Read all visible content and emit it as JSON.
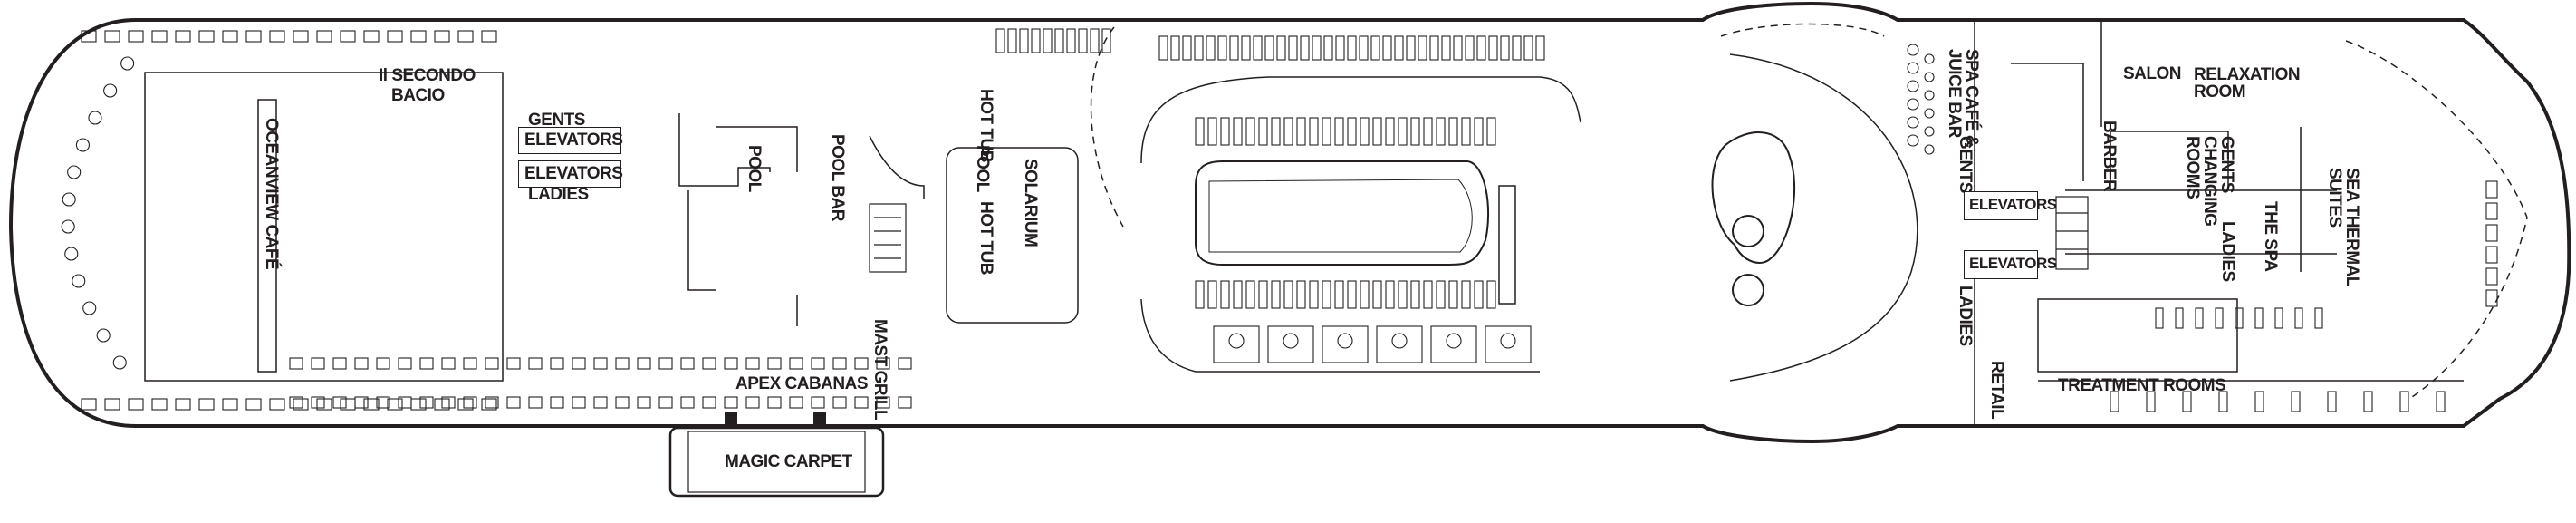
{
  "deck_plan": {
    "venues": {
      "oceanview_cafe": "OCEANVIEW CAFÉ",
      "il_secondo_bacio_1": "Il SECONDO",
      "il_secondo_bacio_2": "BACIO",
      "gents_fwd": "GENTS",
      "elevators_fwd_1": "ELEVATORS",
      "elevators_fwd_2": "ELEVATORS",
      "ladies_fwd": "LADIES",
      "pool": "POOL",
      "pool_bar": "POOL BAR",
      "mast_grill": "MAST GRILL",
      "apex_cabanas": "APEX CABANAS",
      "magic_carpet": "MAGIC CARPET",
      "hot_tub_1": "HOT TUB",
      "solarium_pool": "POOL",
      "hot_tub_2": "HOT TUB",
      "solarium": "SOLARIUM",
      "spa_cafe": "SPA CAFÉ & JUICE BAR",
      "gents_aft": "GENTS",
      "elevators_aft_1": "ELEVATORS",
      "elevators_aft_2": "ELEVATORS",
      "ladies_aft": "LADIES",
      "retail": "RETAIL",
      "salon": "SALON",
      "relaxation_room": "RELAXATION ROOM",
      "barber": "BARBER",
      "gents_changing": "GENTS CHANGING ROOMS",
      "ladies_changing": "LADIES",
      "the_spa": "THE SPA",
      "sea_thermal_suites": "SEA THERMAL SUITES",
      "treatment_rooms": "TREATMENT ROOMS"
    },
    "colors": {
      "ink": "#231f20",
      "background": "#ffffff"
    }
  }
}
